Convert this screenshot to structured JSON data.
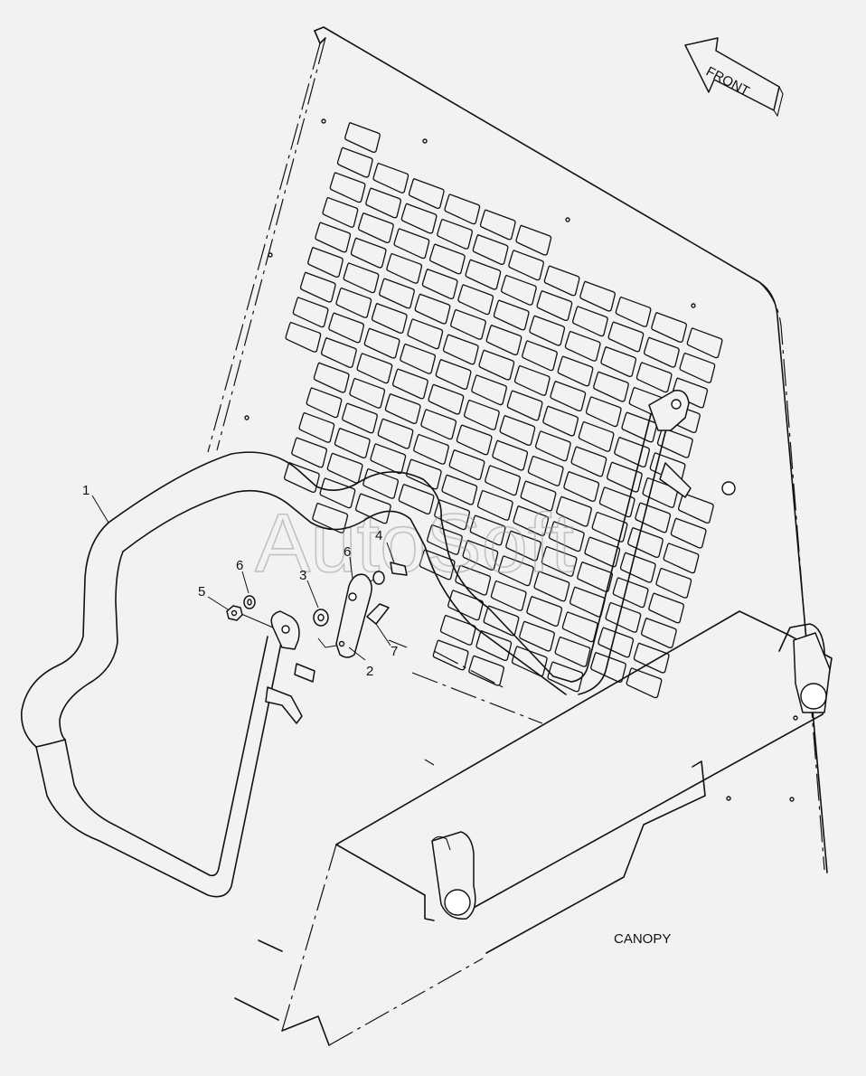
{
  "watermark": "AutoSoft",
  "direction_label": "FRONT",
  "caption": "CANOPY",
  "callouts": [
    {
      "id": "1",
      "label": "1"
    },
    {
      "id": "2",
      "label": "2"
    },
    {
      "id": "3",
      "label": "3"
    },
    {
      "id": "4",
      "label": "4"
    },
    {
      "id": "5",
      "label": "5"
    },
    {
      "id": "6a",
      "label": "6"
    },
    {
      "id": "6b",
      "label": "6"
    },
    {
      "id": "7",
      "label": "7"
    }
  ]
}
